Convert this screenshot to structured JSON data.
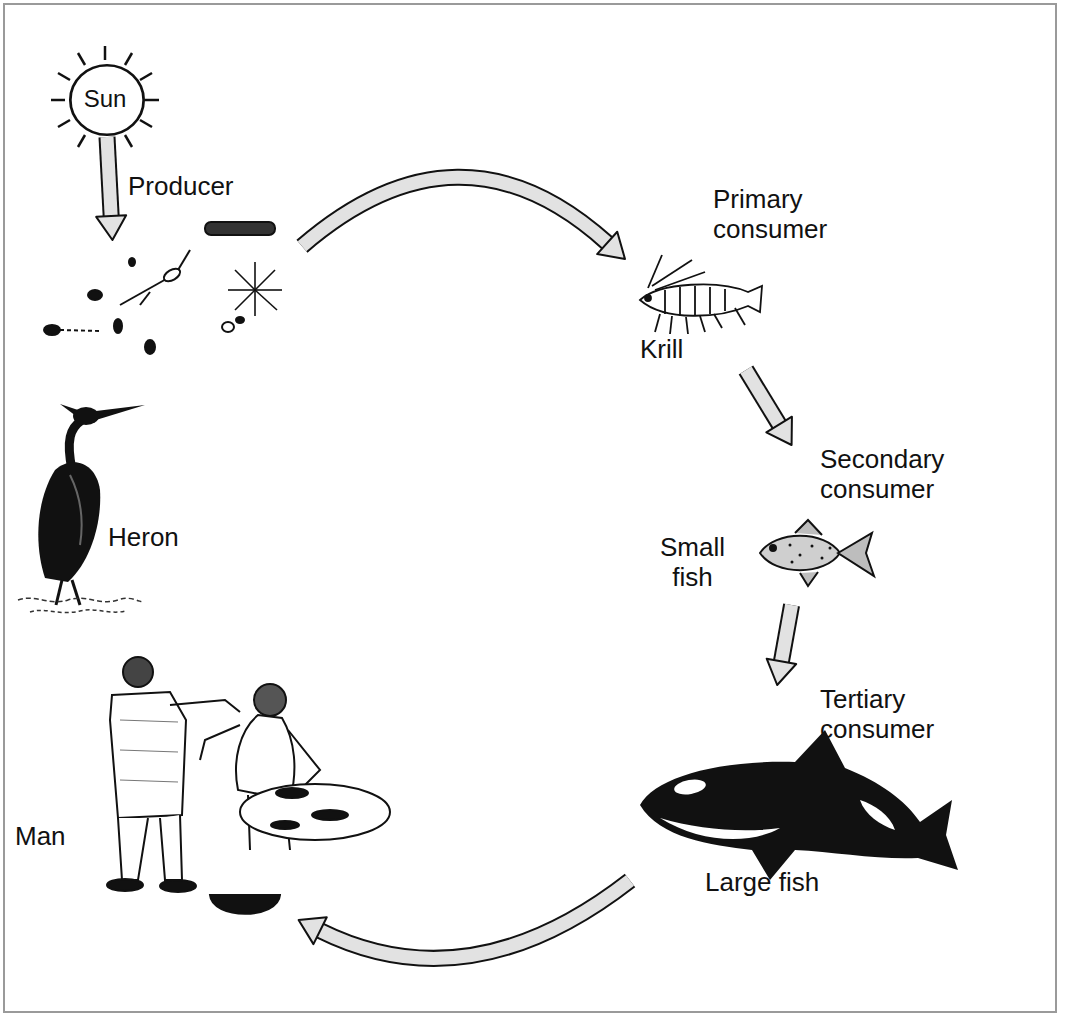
{
  "diagram": {
    "nodes": [
      {
        "text": [
          "Sun"
        ]
      },
      {
        "text": [
          "Producer"
        ]
      },
      {
        "text": [
          "Primary consumer",
          "Krill"
        ]
      },
      {
        "text": [
          "Heron"
        ]
      },
      {
        "text": [
          "Secondary consumer",
          "Small fish"
        ]
      },
      {
        "text": [
          "Tertiary consumer",
          "Large fish"
        ]
      },
      {
        "text": [
          "Man"
        ]
      }
    ],
    "edges": [
      {
        "from": 0,
        "to": 1,
        "arrow": "to"
      },
      {
        "from": 1,
        "to": 2,
        "arrow": "to"
      },
      {
        "from": 2,
        "to": 4,
        "arrow": "to"
      },
      {
        "from": 4,
        "to": 5,
        "arrow": "to"
      },
      {
        "from": 5,
        "to": 6,
        "arrow": "to"
      }
    ]
  }
}
